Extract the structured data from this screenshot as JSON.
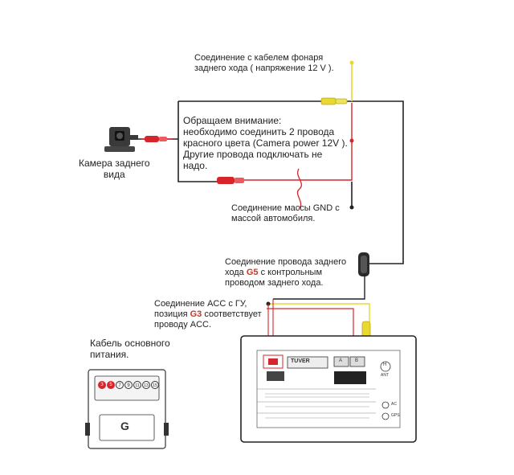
{
  "labels": {
    "reverse_light": "Соединение с кабелем фонаря\nзаднего хода ( напряжение 12 V ).",
    "notice": "Обращаем внимание:\nнеобходимо соединить 2 провода\nкрасного цвета (Camera power 12V ).\nДругие провода подключать не\nнадо.",
    "camera": "Камера заднего\nвида",
    "ground": "Соединение массы GND с\nмассой автомобиля.",
    "reverse_wire_a": "Соединение провода заднего\nхода ",
    "reverse_wire_b": "G5",
    "reverse_wire_c": " с контрольным\nпроводом заднего хода.",
    "acc_a": "Соединение ACC с ГУ,\nпозиция ",
    "acc_b": "G3",
    "acc_c": " соответствует\nпроводу ACC.",
    "main_cable": "Кабель основного\nпитания.",
    "connector_letter": "G",
    "panel_label": "TUVER",
    "port_a": "A",
    "port_b": "B",
    "port_ac": "AC",
    "port_gps": "GPS",
    "port_h": "H",
    "port_ant": "ANT"
  },
  "connector_pins": [
    "3",
    "5",
    "7",
    "9",
    "11",
    "13",
    "15"
  ],
  "colors": {
    "wire_red": "#d6262b",
    "wire_yellow": "#e8d830",
    "wire_black": "#222222",
    "highlight": "#c0392b"
  }
}
